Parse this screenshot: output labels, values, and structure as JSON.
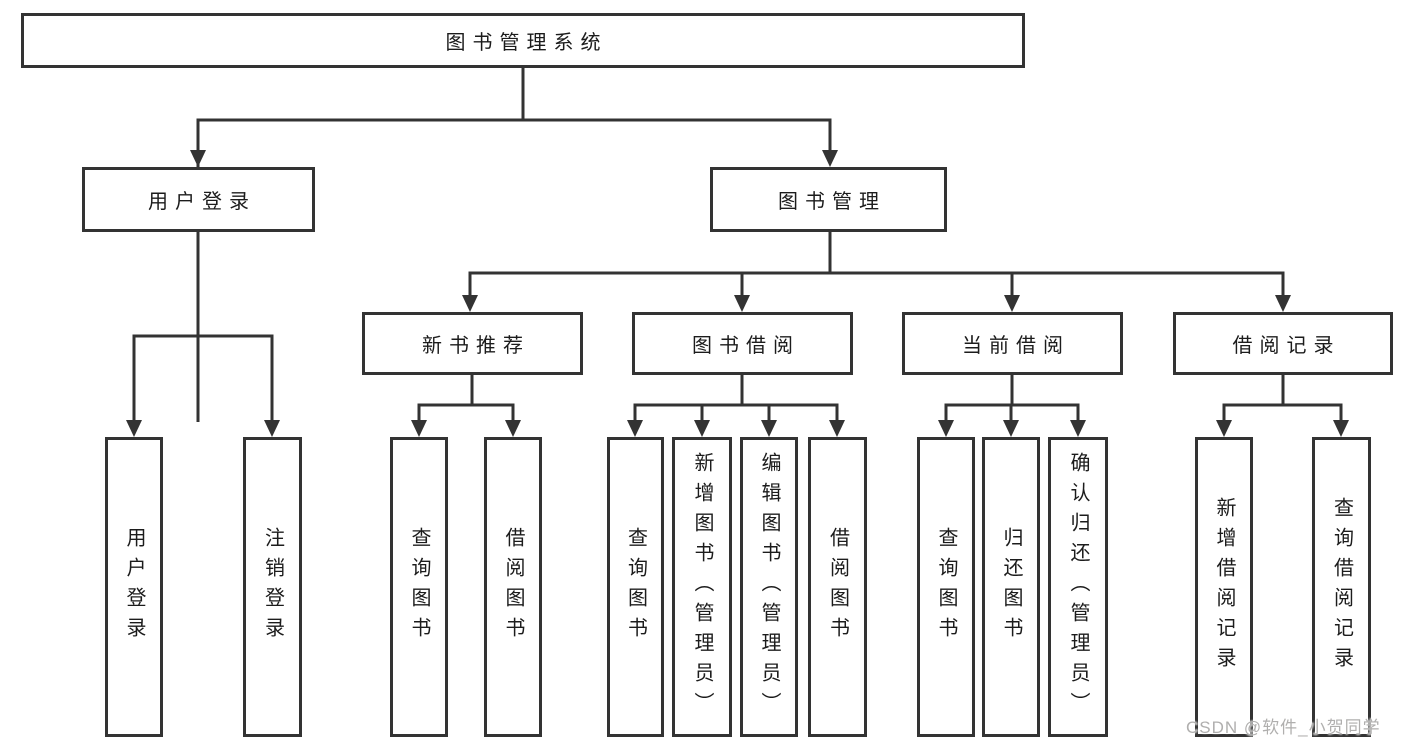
{
  "diagram": {
    "root": {
      "label": "图书管理系统"
    },
    "level2": [
      {
        "label": "用户登录"
      },
      {
        "label": "图书管理"
      }
    ],
    "level3": [
      {
        "label": "新书推荐"
      },
      {
        "label": "图书借阅"
      },
      {
        "label": "当前借阅"
      },
      {
        "label": "借阅记录"
      }
    ],
    "leaves": [
      {
        "label": "用户登录"
      },
      {
        "label": "注销登录"
      },
      {
        "label": "查询图书"
      },
      {
        "label": "借阅图书"
      },
      {
        "label": "查询图书"
      },
      {
        "label": "新增图书（管理员）"
      },
      {
        "label": "编辑图书（管理员）"
      },
      {
        "label": "借阅图书"
      },
      {
        "label": "查询图书"
      },
      {
        "label": "归还图书"
      },
      {
        "label": "确认归还（管理员）"
      },
      {
        "label": "新增借阅记录"
      },
      {
        "label": "查询借阅记录"
      }
    ],
    "watermark": "CSDN @软件_小贺同学",
    "colors": {
      "line": "#333333",
      "text": "#1c1c1c",
      "watermark": "#b0afae",
      "background": "#ffffff"
    }
  }
}
